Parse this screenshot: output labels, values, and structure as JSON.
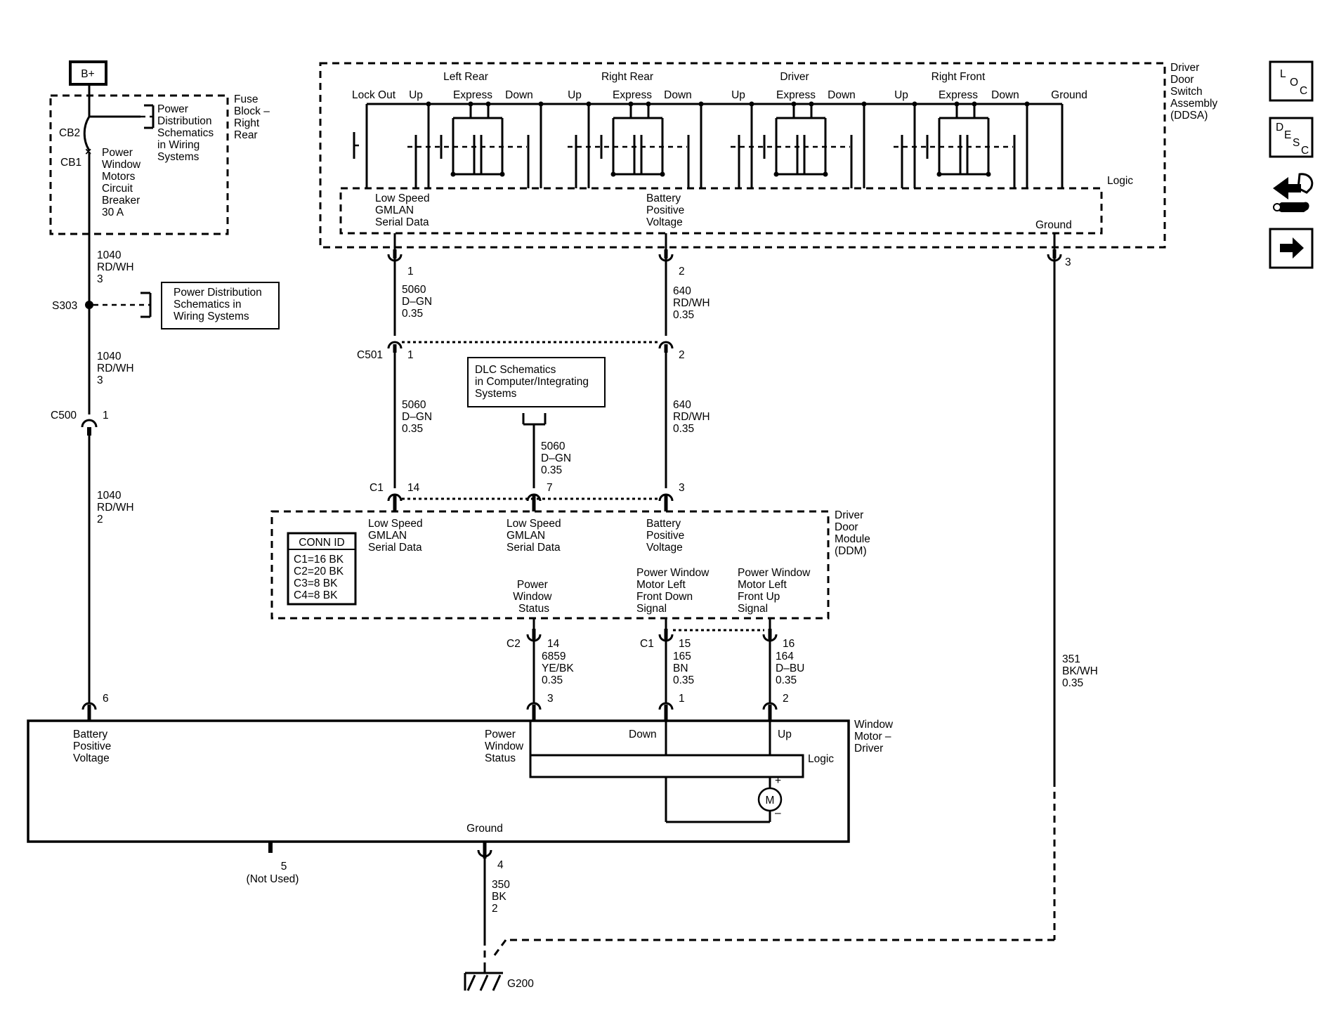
{
  "power": {
    "battery": "B+",
    "cb2": "CB2",
    "cb1": "CB1",
    "breaker_desc": [
      "Power",
      "Window",
      "Motors",
      "Circuit",
      "Breaker",
      "30 A"
    ],
    "pd_ref_1": [
      "Power",
      "Distribution",
      "Schematics",
      "in Wiring",
      "Systems"
    ],
    "fuse_block": [
      "Fuse",
      "Block –",
      "Right",
      "Rear"
    ],
    "wire_a": [
      "1040",
      "RD/WH",
      "3"
    ],
    "splice": "S303",
    "pd_ref_2": [
      "Power Distribution",
      "Schematics in",
      "Wiring Systems"
    ],
    "wire_b": [
      "1040",
      "RD/WH",
      "3"
    ],
    "c500": "C500",
    "c500_pin": "1",
    "wire_c": [
      "1040",
      "RD/WH",
      "2"
    ]
  },
  "ddsa": {
    "title": [
      "Driver",
      "Door",
      "Switch",
      "Assembly",
      "(DDSA)"
    ],
    "groups": [
      "Left Rear",
      "Right Rear",
      "Driver",
      "Right Front"
    ],
    "lockout": "Lock Out",
    "up": "Up",
    "express": "Express",
    "down": "Down",
    "ground_label": "Ground",
    "logic": "Logic",
    "lsgmlan": [
      "Low Speed",
      "GMLAN",
      "Serial Data"
    ],
    "batt": [
      "Battery",
      "Positive",
      "Voltage"
    ],
    "ground_inner": "Ground",
    "pins": [
      "1",
      "2",
      "3"
    ]
  },
  "wires_upper": {
    "w1": [
      "5060",
      "D–GN",
      "0.35"
    ],
    "w2": [
      "640",
      "RD/WH",
      "0.35"
    ],
    "c501": "C501",
    "c501_pins": [
      "1",
      "2"
    ],
    "w3": [
      "5060",
      "D–GN",
      "0.35"
    ],
    "w4": [
      "640",
      "RD/WH",
      "0.35"
    ],
    "dlc": [
      "DLC Schematics",
      "in Computer/Integrating",
      "Systems"
    ],
    "w5": [
      "5060",
      "D–GN",
      "0.35"
    ]
  },
  "ddm": {
    "c1": "C1",
    "pins_top": [
      "14",
      "7",
      "3"
    ],
    "title": [
      "Driver",
      "Door",
      "Module",
      "(DDM)"
    ],
    "lsg1": [
      "Low Speed",
      "GMLAN",
      "Serial Data"
    ],
    "lsg2": [
      "Low Speed",
      "GMLAN",
      "Serial Data"
    ],
    "batt": [
      "Battery",
      "Positive",
      "Voltage"
    ],
    "conn_title": "CONN ID",
    "conn_rows": [
      "C1=16 BK",
      "C2=20 BK",
      "C3=8 BK",
      "C4=8 BK"
    ],
    "pws": [
      "Power",
      "Window",
      "Status"
    ],
    "down_sig": [
      "Power Window",
      "Motor Left",
      "Front Down",
      "Signal"
    ],
    "up_sig": [
      "Power Window",
      "Motor Left",
      "Front Up",
      "Signal"
    ],
    "c2": "C2",
    "c1_low": "C1",
    "pins_bottom": [
      "14",
      "15",
      "16"
    ]
  },
  "wires_lower": {
    "w6": [
      "6859",
      "YE/BK",
      "0.35"
    ],
    "w7": [
      "165",
      "BN",
      "0.35"
    ],
    "w8": [
      "164",
      "D–BU",
      "0.35"
    ],
    "w9": [
      "351",
      "BK/WH",
      "0.35"
    ],
    "motor_pins": [
      "6",
      "3",
      "1",
      "2"
    ]
  },
  "motor": {
    "title": [
      "Window",
      "Motor –",
      "Driver"
    ],
    "batt": [
      "Battery",
      "Positive",
      "Voltage"
    ],
    "pws": [
      "Power",
      "Window",
      "Status"
    ],
    "down": "Down",
    "up": "Up",
    "logic": "Logic",
    "m": "M",
    "plus": "+",
    "minus": "–",
    "ground": "Ground",
    "pin5": "5",
    "not_used": "(Not Used)",
    "pin4": "4",
    "w10": [
      "350",
      "BK",
      "2"
    ],
    "g200": "G200"
  },
  "nav": {
    "loc": [
      "L",
      "O",
      "C"
    ],
    "desc": [
      "D",
      "E",
      "S",
      "C"
    ]
  }
}
